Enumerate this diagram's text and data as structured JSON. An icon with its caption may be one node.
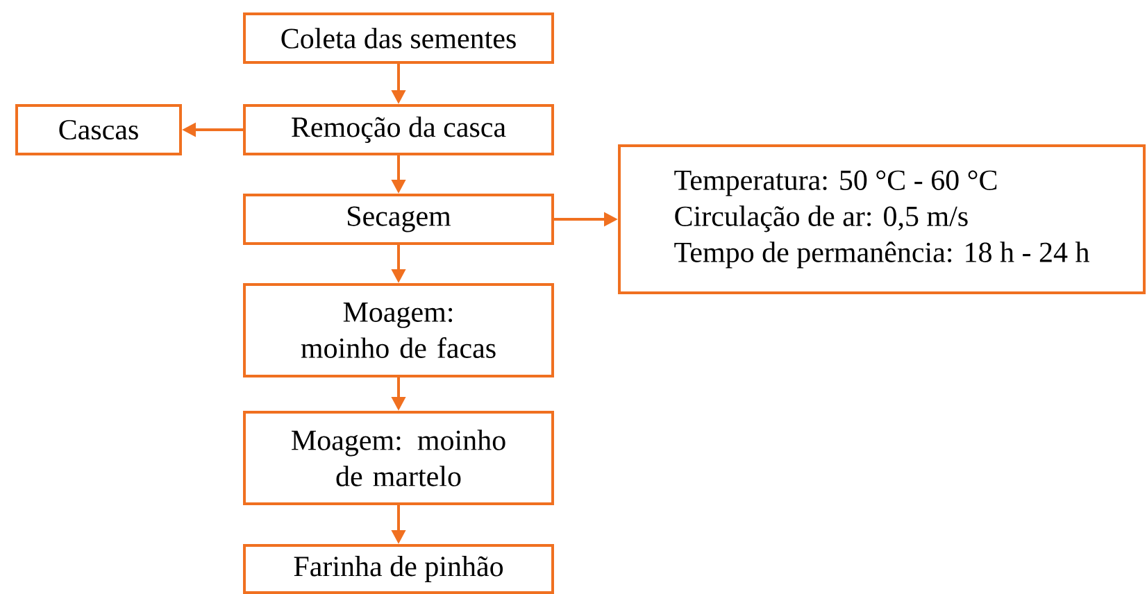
{
  "diagram": {
    "nodes": [
      {
        "text": [
          "Coleta das sementes"
        ]
      },
      {
        "text": [
          "Remoção da casca"
        ]
      },
      {
        "text": [
          "Cascas"
        ]
      },
      {
        "text": [
          "Secagem"
        ]
      },
      {
        "text": [
          "Temperatura: 50 °C - 60 °C",
          "Circulação de ar: 0,5 m/s",
          "Tempo de permanência: 18 h - 24 h"
        ]
      },
      {
        "text": [
          "Moagem: moinho de facas"
        ]
      },
      {
        "text": [
          "Moagem: moinho de martelo"
        ]
      },
      {
        "text": [
          "Farinha de pinhão"
        ]
      }
    ],
    "edges": [
      {
        "from": 0,
        "to": 1,
        "arrow": "to"
      },
      {
        "from": 1,
        "to": 2,
        "arrow": "to"
      },
      {
        "from": 1,
        "to": 3,
        "arrow": "to"
      },
      {
        "from": 3,
        "to": 4,
        "arrow": "to"
      },
      {
        "from": 3,
        "to": 5,
        "arrow": "to"
      },
      {
        "from": 5,
        "to": 6,
        "arrow": "to"
      },
      {
        "from": 6,
        "to": 7,
        "arrow": "to"
      }
    ]
  }
}
